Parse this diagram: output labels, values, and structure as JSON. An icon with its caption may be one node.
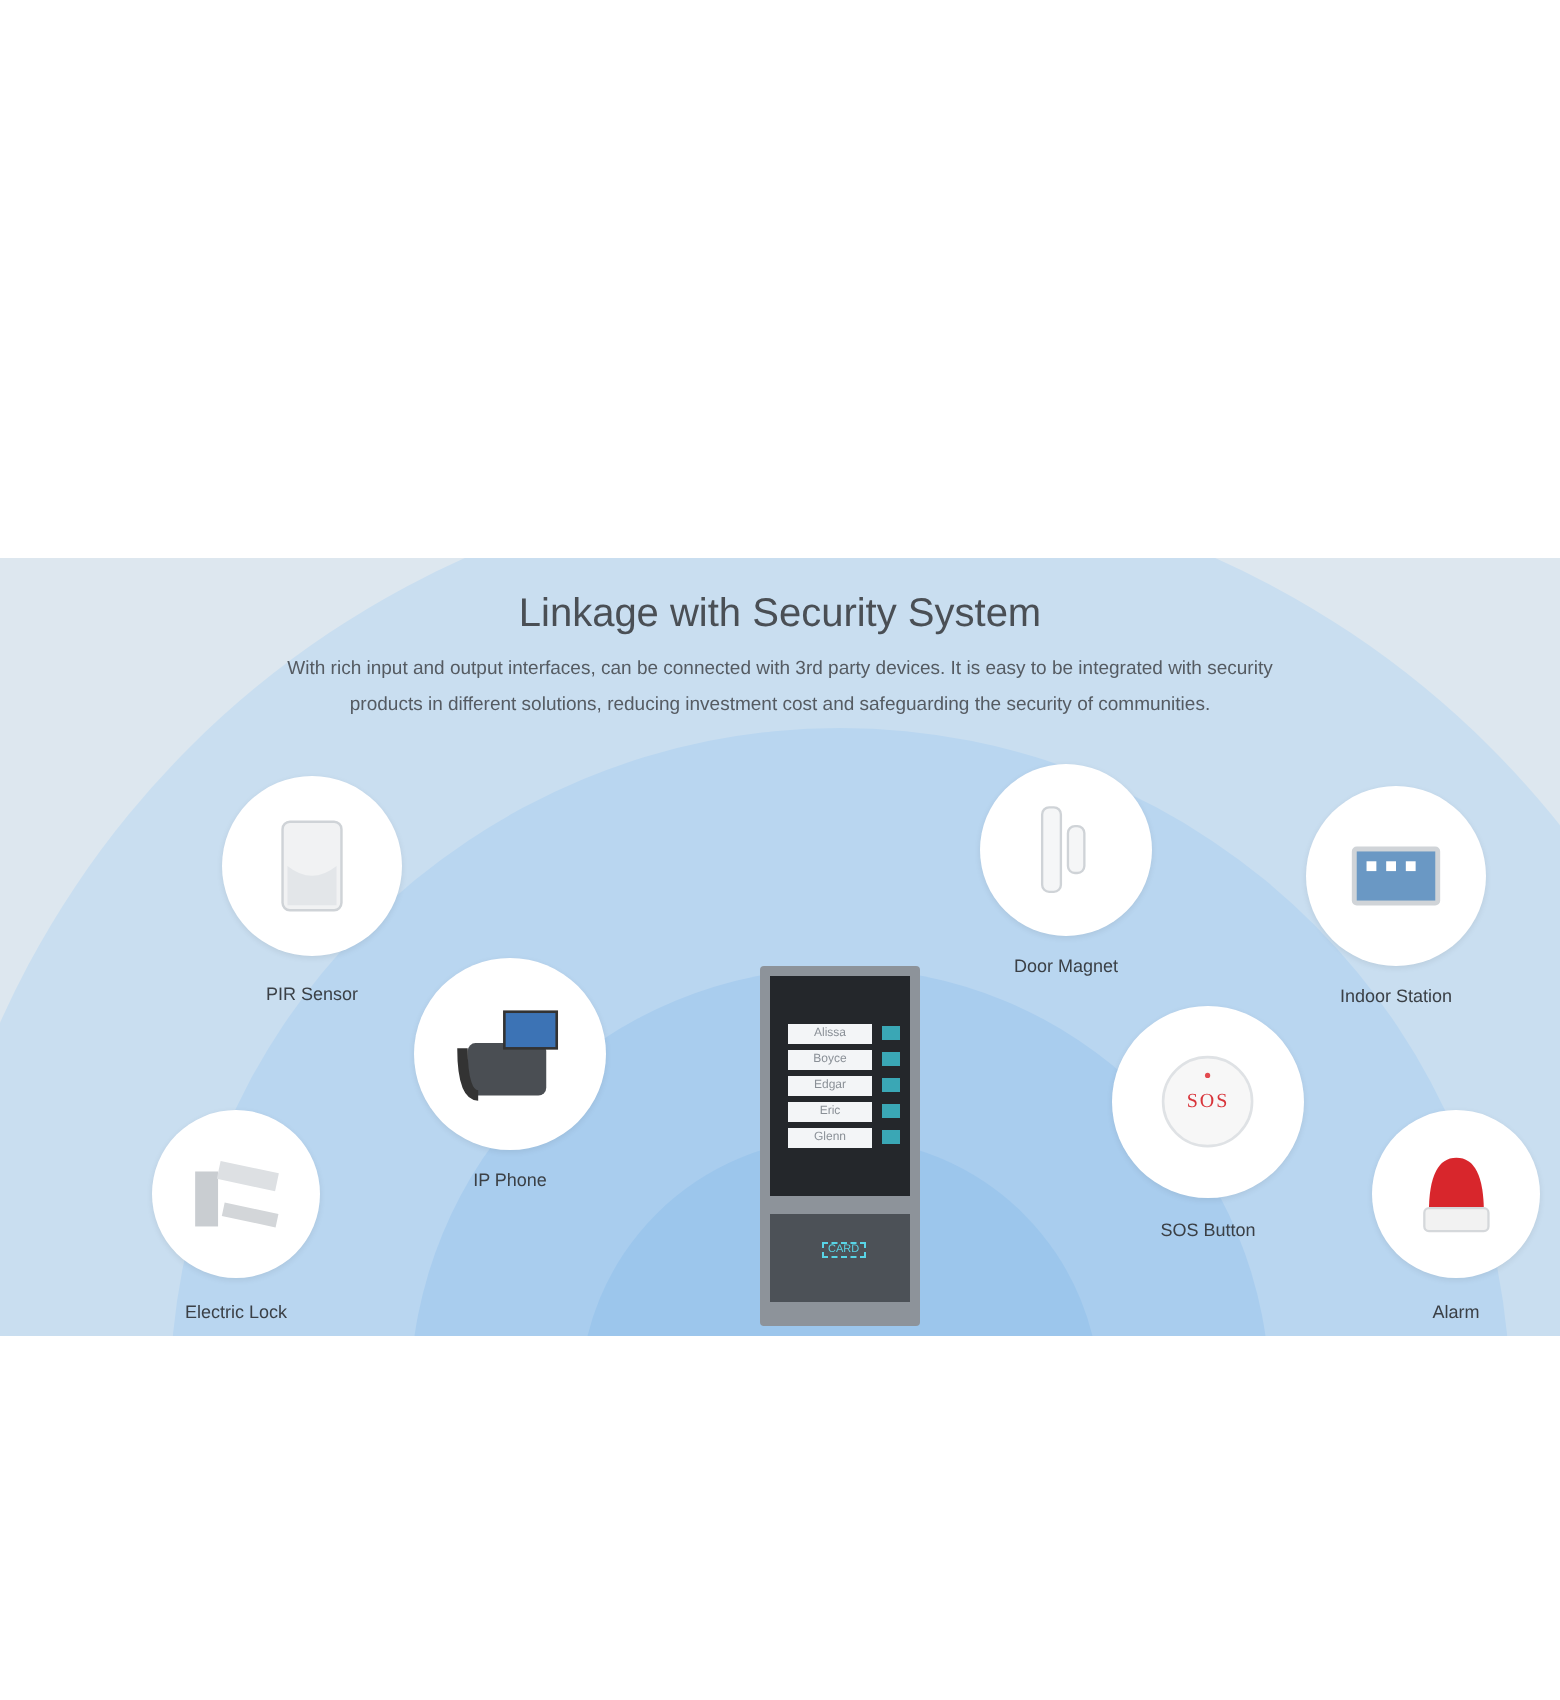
{
  "diagram": {
    "title": "Linkage with Security System",
    "caption": "With rich input and output interfaces, can be connected with 3rd party devices. It is easy to be integrated with security products in different solutions, reducing investment cost and safeguarding the security of communities.",
    "nodes": [
      {
        "text": [
          "PIR Sensor"
        ]
      },
      {
        "text": [
          "Door Magnet"
        ]
      },
      {
        "text": [
          "Indoor Station"
        ]
      },
      {
        "text": [
          "IP Phone"
        ]
      },
      {
        "text": [
          "SOS Button"
        ]
      },
      {
        "text": [
          "Electric Lock"
        ]
      },
      {
        "text": [
          "Alarm"
        ]
      }
    ],
    "labels": [
      "Alissa",
      "Boyce",
      "Edgar",
      "Eric",
      "Glenn",
      "CARD",
      "SOS"
    ]
  }
}
